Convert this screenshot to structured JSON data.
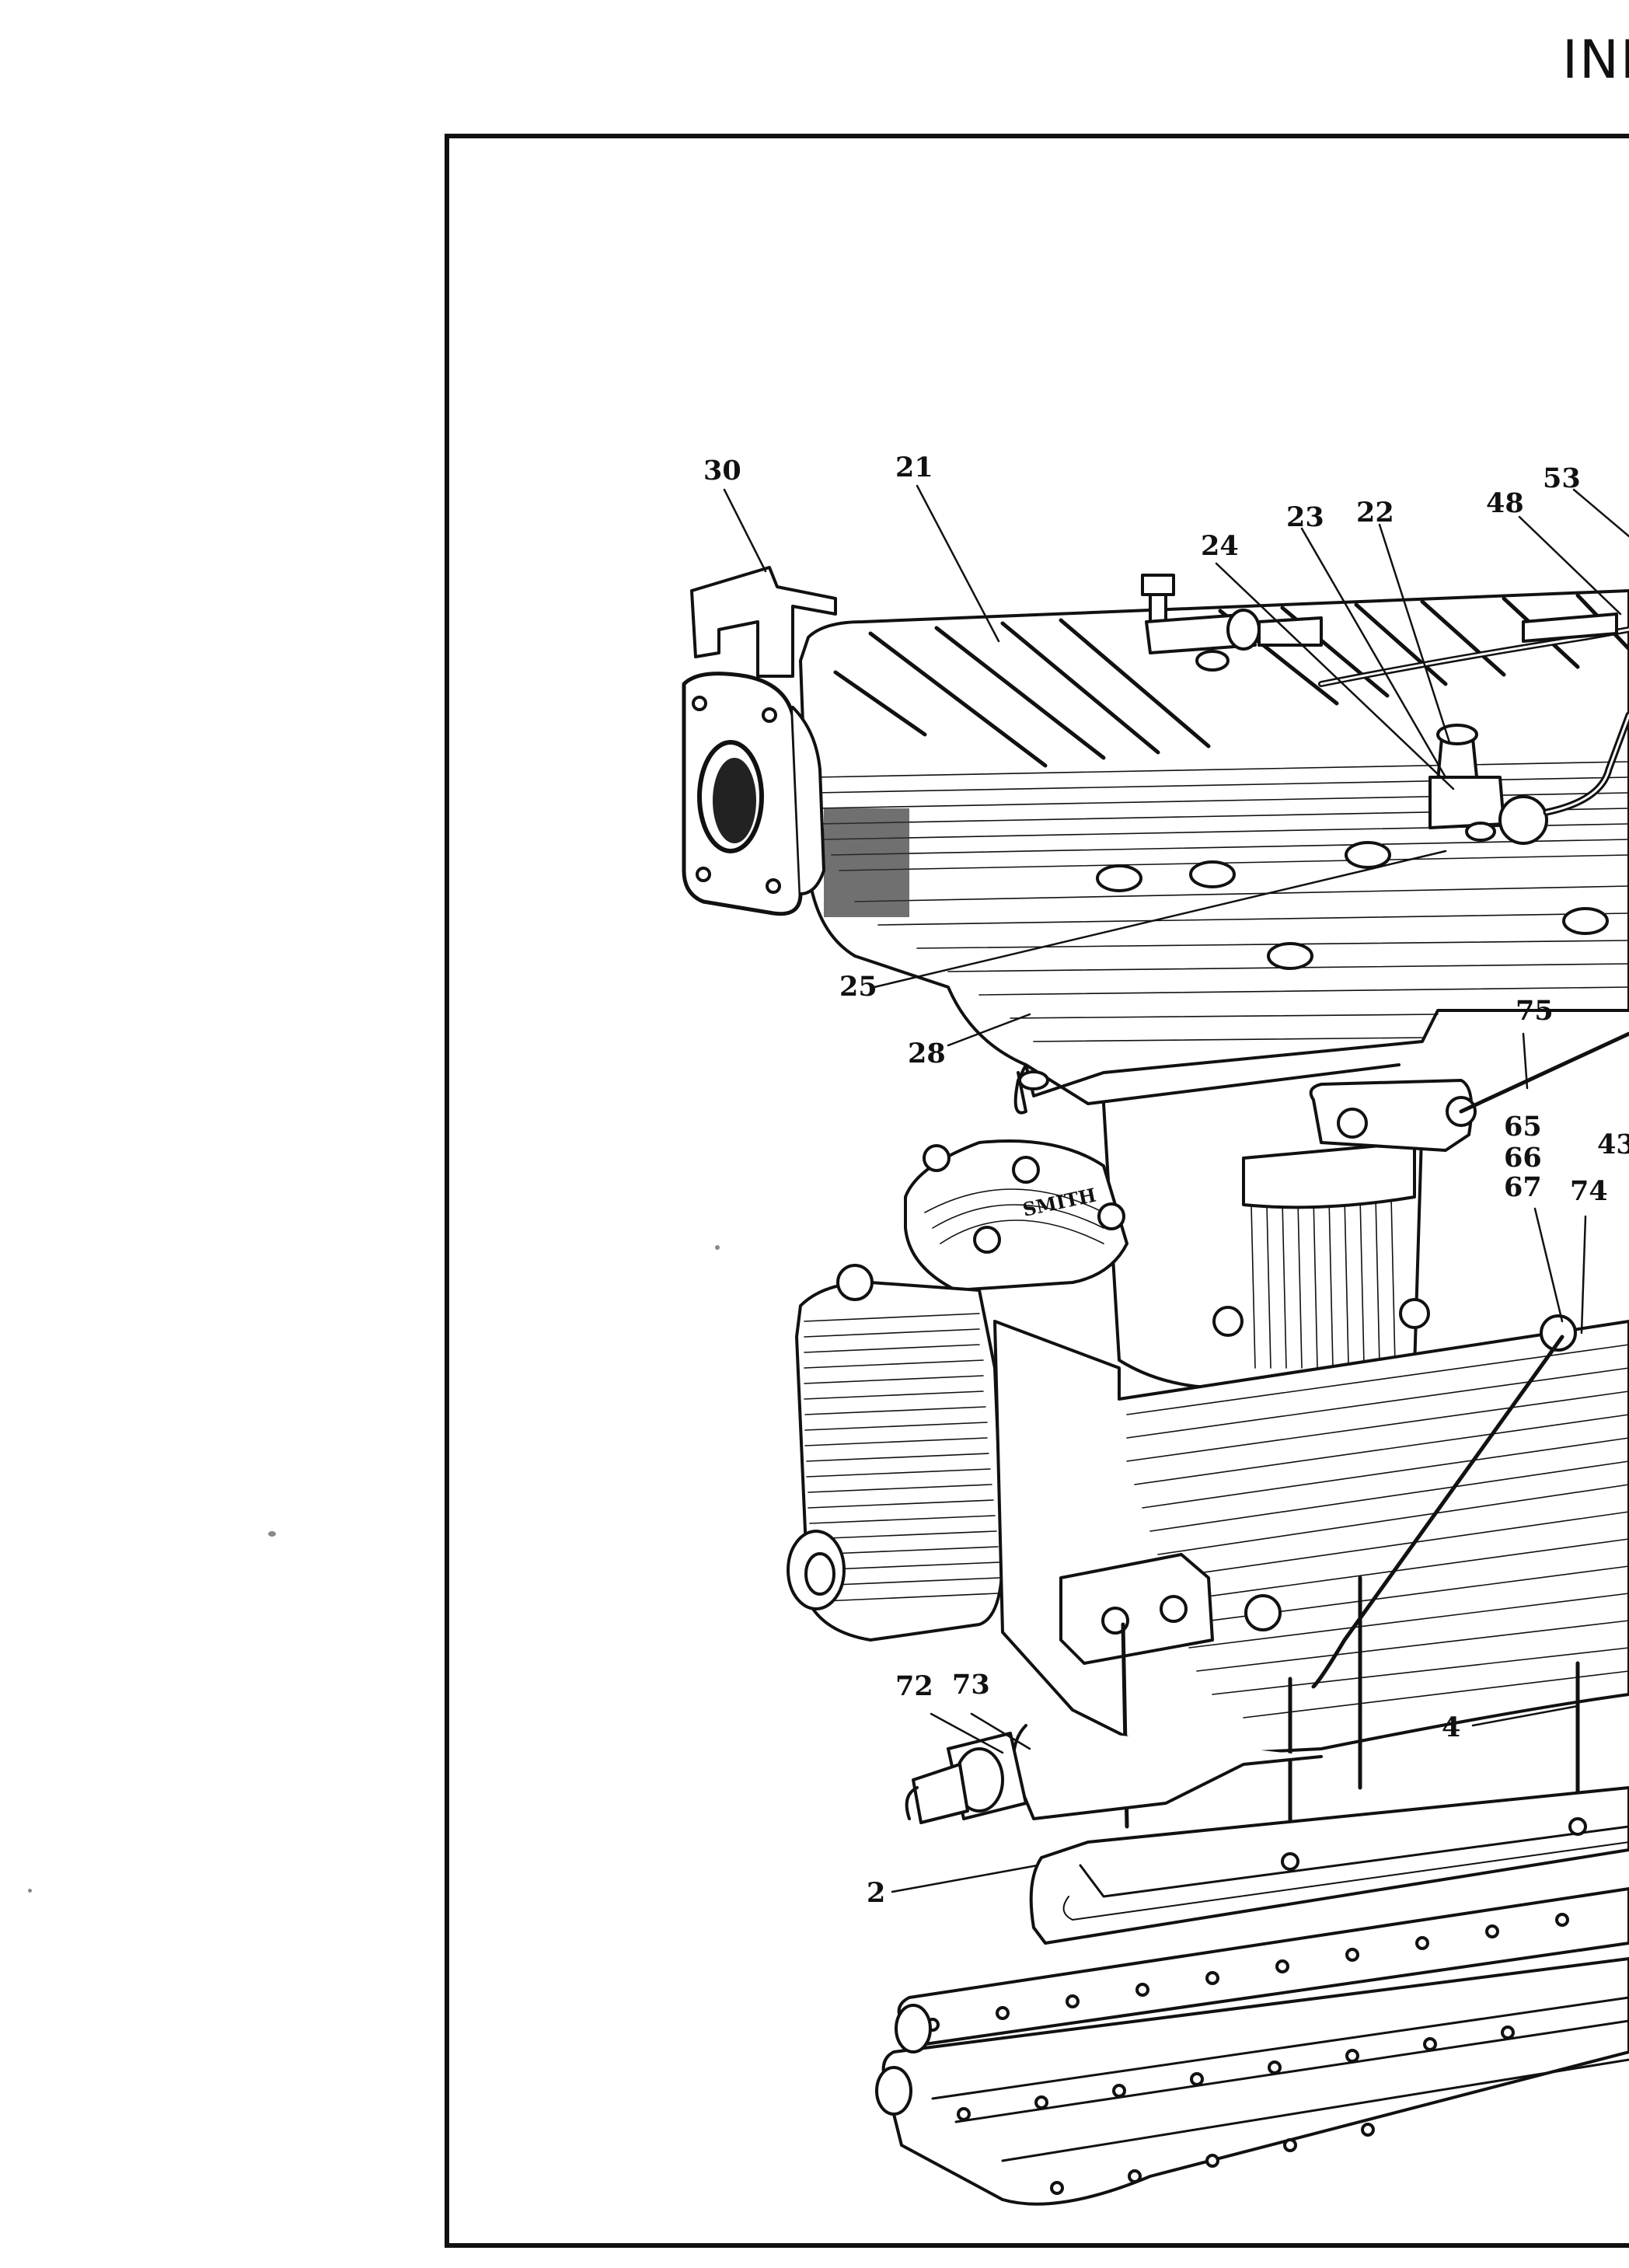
{
  "page": {
    "heading": "INI"
  },
  "callouts": [
    {
      "id": "30",
      "text": "30"
    },
    {
      "id": "21",
      "text": "21"
    },
    {
      "id": "53",
      "text": "53"
    },
    {
      "id": "48",
      "text": "48"
    },
    {
      "id": "23",
      "text": "23"
    },
    {
      "id": "22",
      "text": "22"
    },
    {
      "id": "24",
      "text": "24"
    },
    {
      "id": "25",
      "text": "25"
    },
    {
      "id": "28",
      "text": "28"
    },
    {
      "id": "75",
      "text": "75"
    },
    {
      "id": "65",
      "text": "65"
    },
    {
      "id": "66",
      "text": "66"
    },
    {
      "id": "67",
      "text": "67"
    },
    {
      "id": "43",
      "text": "43"
    },
    {
      "id": "74",
      "text": "74"
    },
    {
      "id": "72",
      "text": "72"
    },
    {
      "id": "73",
      "text": "73"
    },
    {
      "id": "4",
      "text": "4"
    },
    {
      "id": "2",
      "text": "2"
    }
  ],
  "illustration": {
    "casting_text": "SMITH",
    "ink_color": "#111111",
    "paper_color": "#ffffff"
  }
}
